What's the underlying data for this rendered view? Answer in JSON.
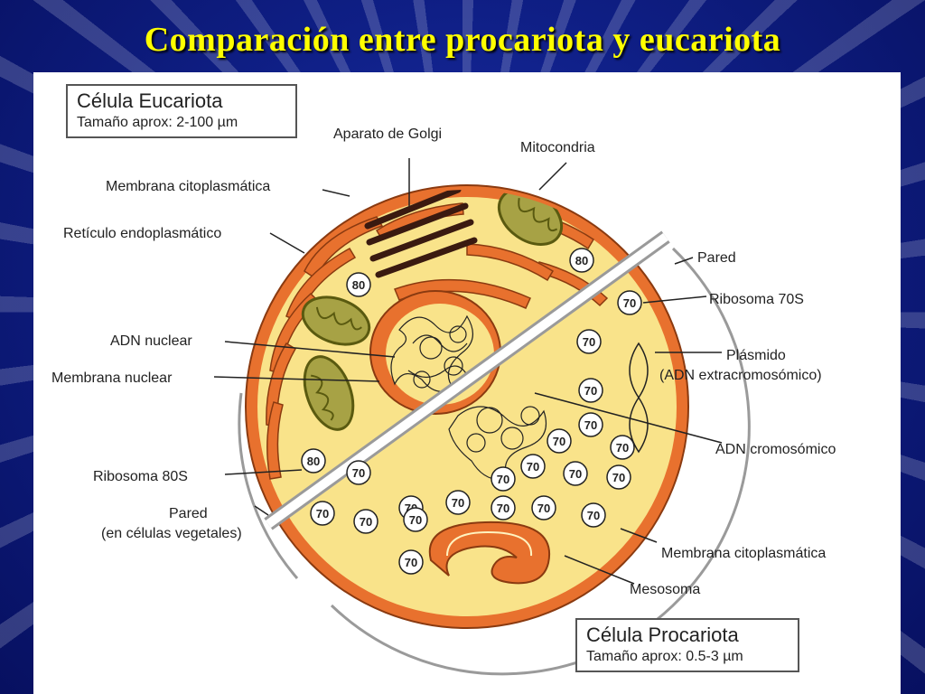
{
  "title": "Comparación entre procariota y eucariota",
  "eukaryote": {
    "heading": "Célula Eucariota",
    "size": "Tamaño aprox: 2-100 µm"
  },
  "prokaryote": {
    "heading": "Célula Procariota",
    "size": "Tamaño aprox: 0.5-3 µm"
  },
  "labels": {
    "golgi": "Aparato de Golgi",
    "mitochondria": "Mitocondria",
    "membrane_euk": "Membrana citoplasmática",
    "er": "Retículo endoplasmático",
    "wall_pro": "Pared",
    "ribosome70": "Ribosoma 70S",
    "dna_nuclear": "ADN nuclear",
    "plasmid": "Plásmido",
    "plasmid_note": "(ADN extracromosómico)",
    "nuclear_membrane": "Membrana nuclear",
    "dna_chromosomal": "ADN cromosómico",
    "ribosome80": "Ribosoma 80S",
    "wall_euk": "Pared",
    "wall_euk_note": "(en células vegetales)",
    "membrane_pro": "Membrana citoplasmática",
    "mesosome": "Mesosoma"
  },
  "ribosome_80": "80",
  "ribosome_70": "70",
  "colors": {
    "title": "#ffff00",
    "cytoplasm": "#f9e38a",
    "membrane": "#e8712e",
    "mito": "#a7a245",
    "golgi": "#5a2d20"
  }
}
